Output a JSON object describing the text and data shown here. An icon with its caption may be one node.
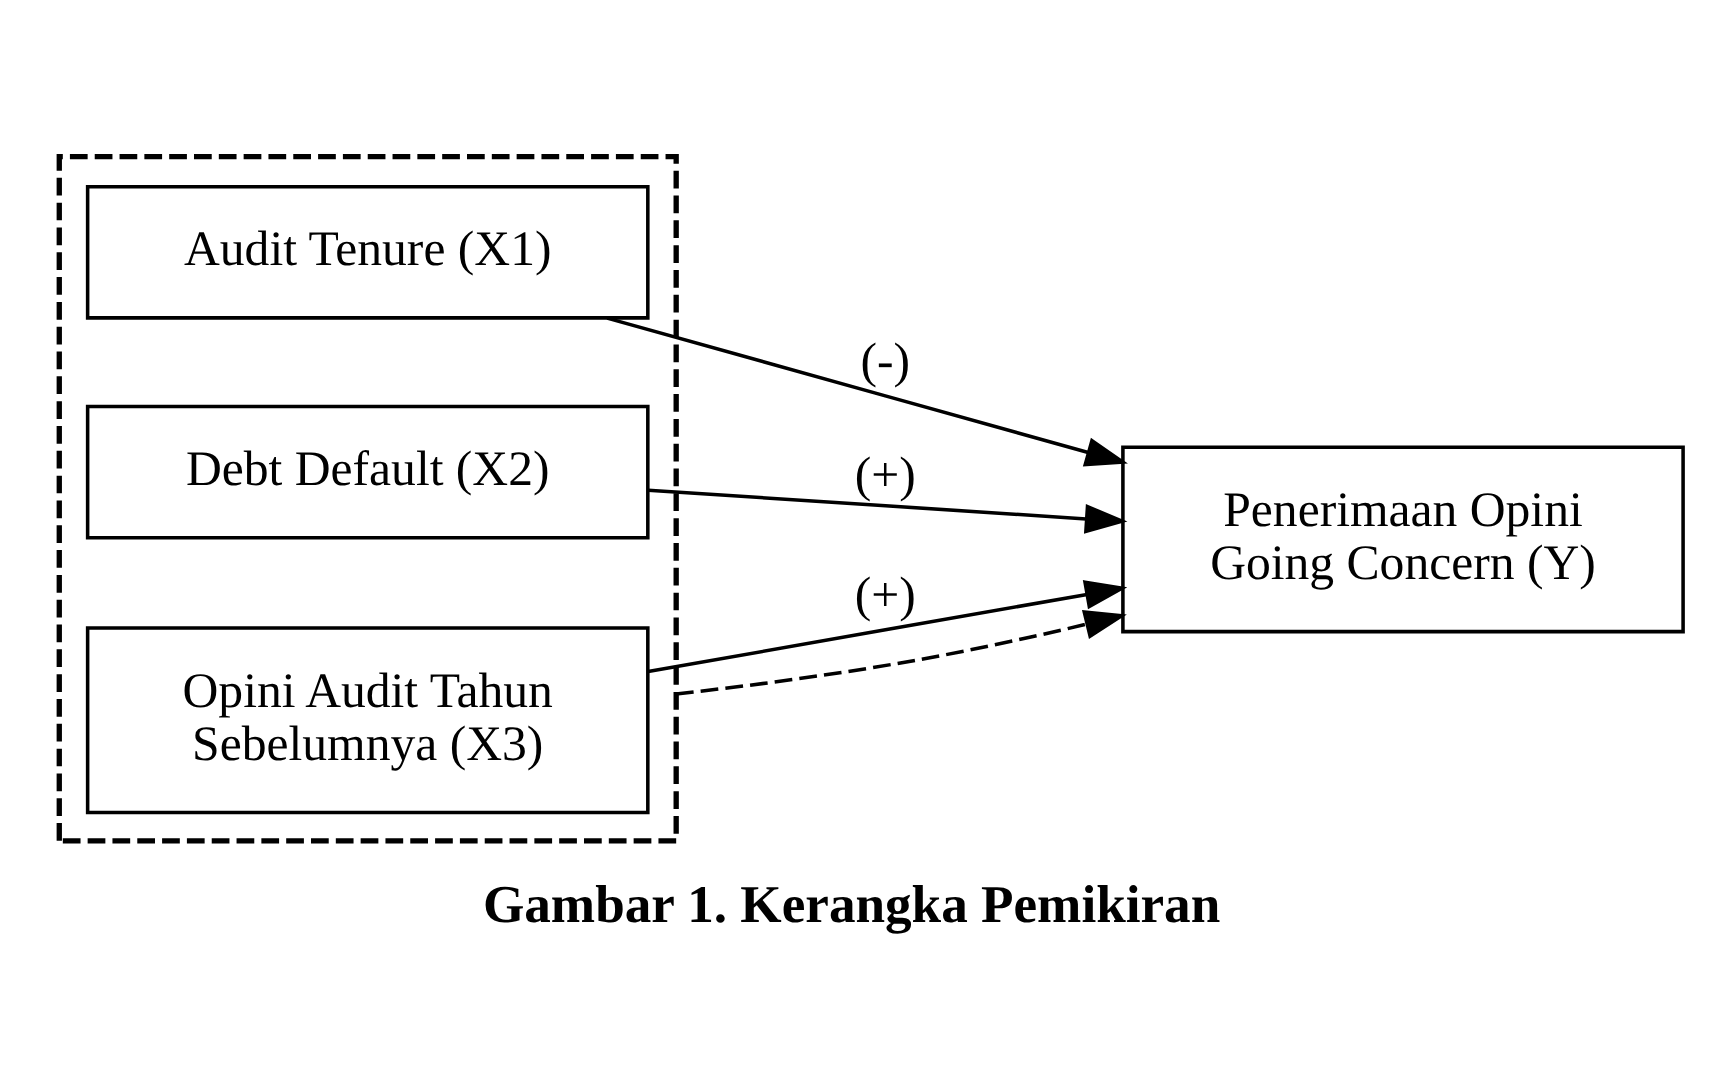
{
  "diagram": {
    "caption": "Gambar 1. Kerangka Pemikiran",
    "nodes": [
      {
        "text": [],
        "shape": "box"
      },
      {
        "text": [
          "Audit Tenure (X1)"
        ],
        "in": 0
      },
      {
        "text": [
          "Debt Default (X2)"
        ],
        "in": 0
      },
      {
        "text": [
          "Opini Audit Tahun Sebelumnya (X3)"
        ],
        "in": 0
      },
      {
        "text": [
          "Penerimaan Opini Going Concern (Y)"
        ]
      }
    ],
    "edges": [
      {
        "from": 1,
        "to": 4,
        "arrow": "to",
        "label": "(-)"
      },
      {
        "from": 2,
        "to": 4,
        "arrow": "to",
        "label": "(+)"
      },
      {
        "from": 3,
        "to": 4,
        "arrow": "to",
        "label": "(+)"
      },
      {
        "from": 0,
        "to": 4,
        "arrow": "to",
        "style": "dashed"
      }
    ]
  }
}
